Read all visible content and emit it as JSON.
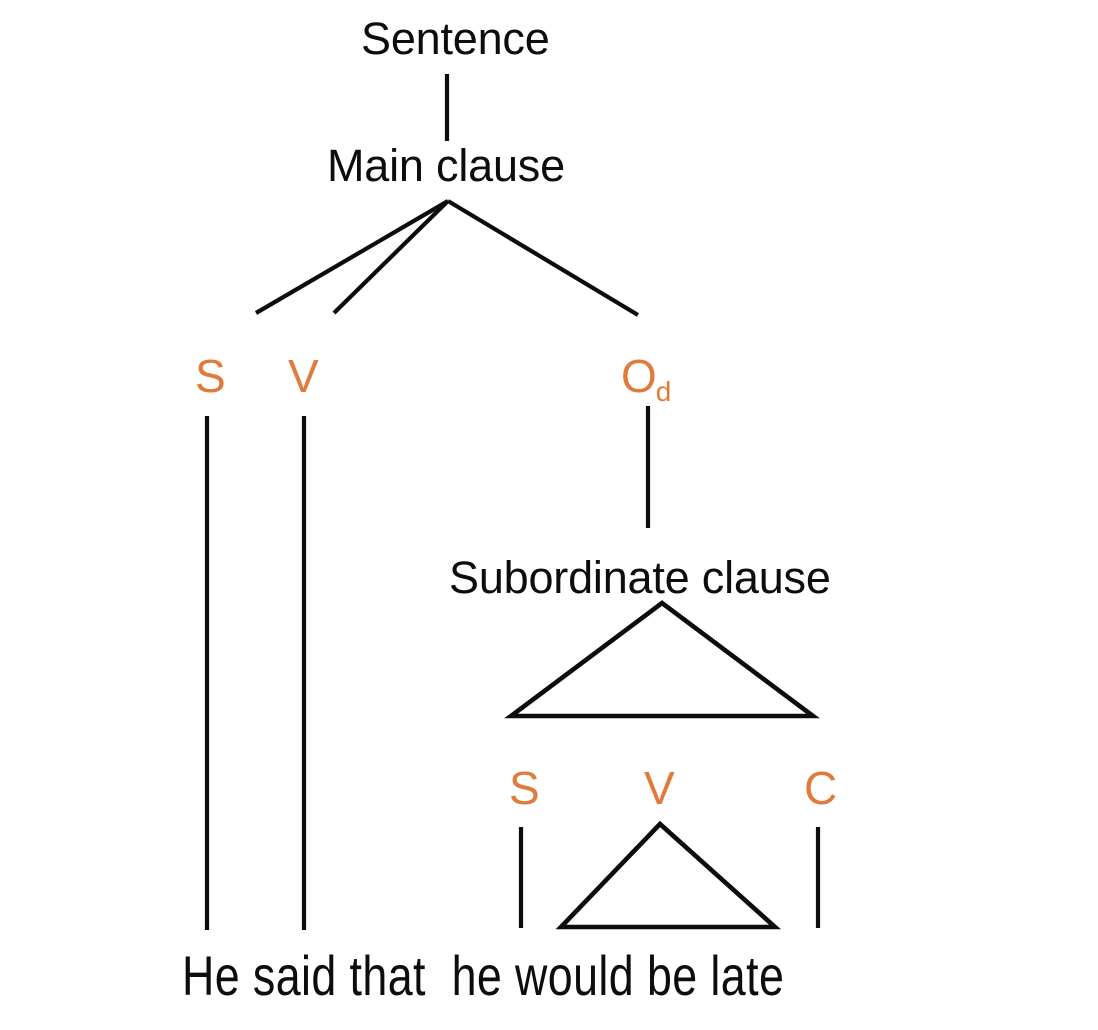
{
  "diagram": {
    "title_text": "Sentence",
    "type": "syntax-tree",
    "background_color": "#ffffff",
    "line_color": "#0d0d0d",
    "function_label_color": "#e07b3c",
    "node_text_color": "#0d0d0d",
    "nodes": {
      "sentence": "Sentence",
      "main_clause": "Main clause",
      "subordinate_clause": "Subordinate clause"
    },
    "main_clause_functions": {
      "subject": "S",
      "verb": "V",
      "direct_object_base": "O",
      "direct_object_sub": "d"
    },
    "subordinate_clause_functions": {
      "subject": "S",
      "verb": "V",
      "complement": "C"
    },
    "terminal_text": {
      "main_part": "He said that",
      "sub_part": "he would be late",
      "full": "He said that  he would be late"
    }
  }
}
